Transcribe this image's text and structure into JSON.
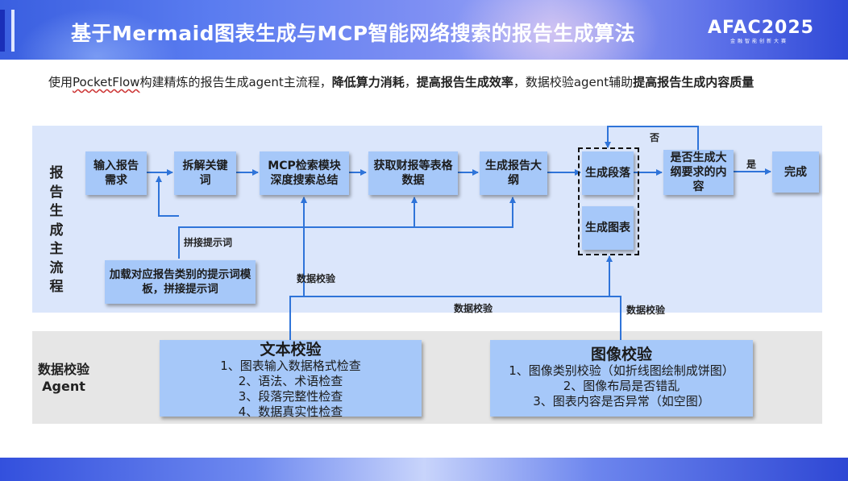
{
  "header": {
    "title": "基于Mermaid图表生成与MCP智能网络搜索的报告生成算法",
    "logo_main": "AFAC2025",
    "logo_sub": "金融智能创新大赛"
  },
  "intro": {
    "part1": "使用",
    "part2": "PocketFlow",
    "part3": "构建精炼的报告生成agent主流程，",
    "bold1": "降低算力消耗",
    "part4": "，",
    "bold2": "提高报告生成效率",
    "part5": "，数据校验agent辅助",
    "bold3": "提高报告生成内容质量"
  },
  "main_flow": {
    "label": "报告生成主流程",
    "nodes": {
      "input": "输入报告需求",
      "split": "拆解关键词",
      "mcp": "MCP检索模块深度搜索总结",
      "fetch": "获取财报等表格数据",
      "outline": "生成报告大纲",
      "para": "生成段落",
      "chart": "生成图表",
      "check": "是否生成大纲要求的内容",
      "done": "完成",
      "prompt": "加载对应报告类别的提示词模板，拼接提示词"
    },
    "edge_labels": {
      "no": "否",
      "yes": "是",
      "concat": "拼接提示词",
      "verify1": "数据校验",
      "verify2": "数据校验",
      "verify3": "数据校验"
    }
  },
  "agent": {
    "label_line1": "数据校验",
    "label_line2": "Agent",
    "text_check": {
      "title": "文本校验",
      "items": [
        "1、图表输入数据格式检查",
        "2、语法、术语检查",
        "3、段落完整性检查",
        "4、数据真实性检查"
      ]
    },
    "image_check": {
      "title": "图像校验",
      "items": [
        "1、图像类别校验（如折线图绘制成饼图）",
        "2、图像布局是否错乱",
        "3、图表内容是否异常（如空图）"
      ]
    }
  },
  "colors": {
    "node_fill": "#a6c8f9",
    "panel_main": "#dbe6fb",
    "panel_agent": "#e6e6e6",
    "arrow": "#2f74d9",
    "header_blue": "#3a5fe0"
  }
}
